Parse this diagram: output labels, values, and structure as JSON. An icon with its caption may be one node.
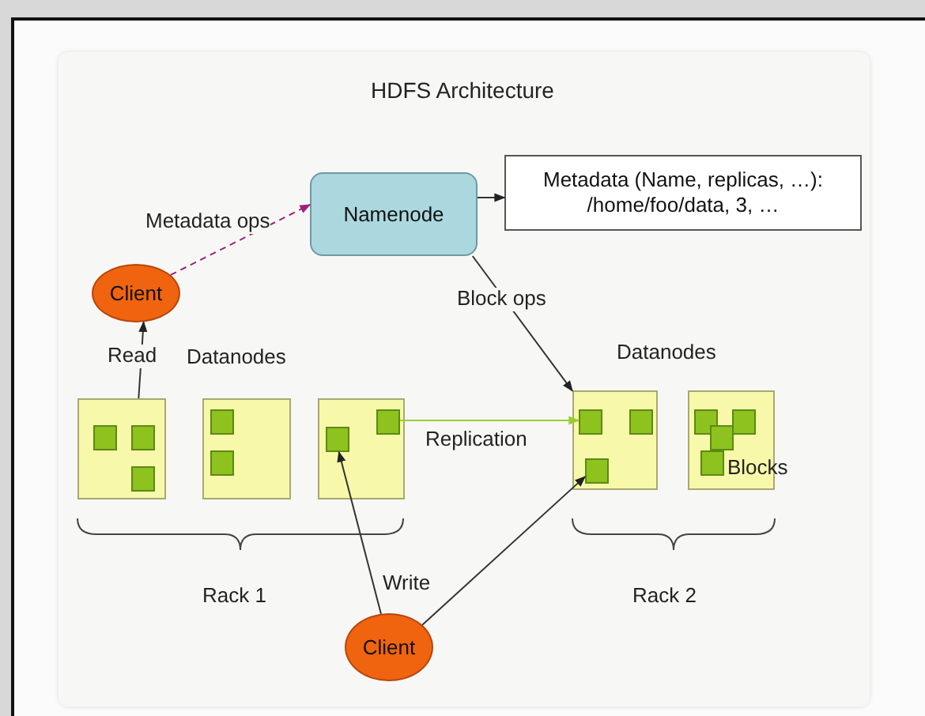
{
  "diagram": {
    "title": "HDFS Architecture",
    "nodes": [
      {
        "text": [
          "Namenode"
        ]
      },
      {
        "text": [
          "Metadata (Name, replicas, …): /home/foo/data, 3, …"
        ]
      },
      {
        "text": [
          "Client"
        ]
      },
      {
        "text": [
          "Client"
        ]
      },
      {
        "text": [],
        "shape": "box"
      },
      {
        "text": [],
        "shape": "box",
        "in": 4
      },
      {
        "text": [],
        "shape": "box",
        "in": 4
      },
      {
        "text": [],
        "shape": "box",
        "in": 4
      },
      {
        "text": [],
        "shape": "box"
      },
      {
        "text": [],
        "shape": "box",
        "in": 8
      },
      {
        "text": [],
        "shape": "box",
        "in": 8
      },
      {
        "text": [],
        "shape": "box"
      },
      {
        "text": [],
        "shape": "box",
        "in": 11
      },
      {
        "text": [],
        "shape": "box",
        "in": 11
      },
      {
        "text": [],
        "shape": "box"
      },
      {
        "text": [],
        "shape": "box",
        "in": 14
      },
      {
        "text": [],
        "shape": "box",
        "in": 14
      },
      {
        "text": [],
        "shape": "box",
        "in": 14
      },
      {
        "text": [],
        "shape": "box"
      },
      {
        "text": [],
        "shape": "box",
        "in": 18
      },
      {
        "text": [],
        "shape": "box",
        "in": 18
      },
      {
        "text": [],
        "shape": "box",
        "in": 18
      },
      {
        "text": [],
        "shape": "box",
        "in": 18
      }
    ],
    "edges": [
      {
        "from": 2,
        "to": 0,
        "arrow": "to",
        "label": "Metadata ops",
        "style": "dashed",
        "color": "#a0207f"
      },
      {
        "from": 0,
        "to": 1,
        "arrow": "to"
      },
      {
        "from": 4,
        "to": 2,
        "arrow": "to",
        "label": "Read"
      },
      {
        "from": 0,
        "to": 14,
        "arrow": "to",
        "label": "Block ops"
      },
      {
        "from": 13,
        "to": 15,
        "arrow": "to",
        "label": "Replication",
        "color": "#99cc33"
      },
      {
        "from": 3,
        "to": 12,
        "arrow": "to",
        "label": "Write"
      },
      {
        "from": 3,
        "to": 17,
        "arrow": "to"
      }
    ],
    "labels": [
      "Datanodes",
      "Datanodes",
      "Blocks",
      "Rack 1",
      "Rack 2"
    ]
  }
}
